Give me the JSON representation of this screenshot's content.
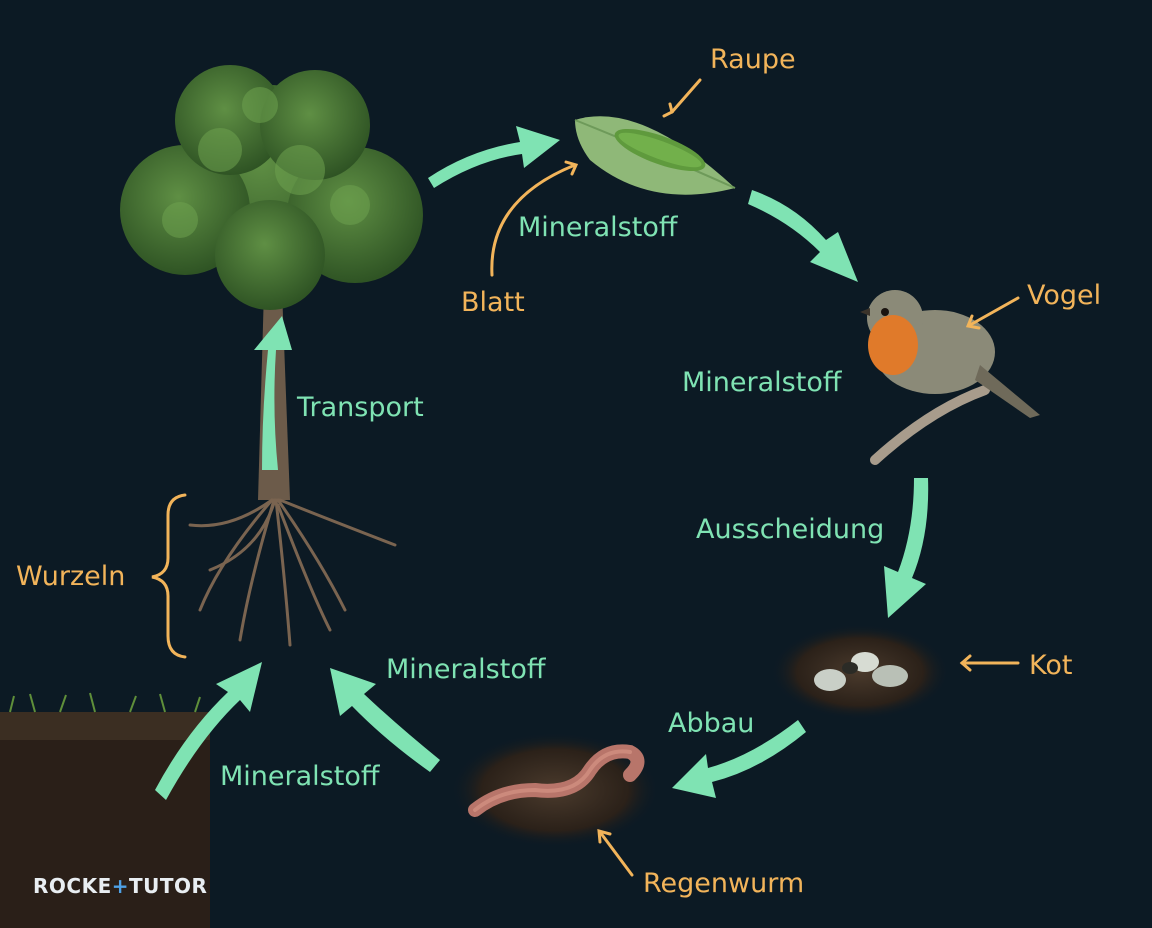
{
  "labels": {
    "raupe": "Raupe",
    "blatt": "Blatt",
    "vogel": "Vogel",
    "kot": "Kot",
    "regenwurm": "Regenwurm",
    "wurzeln": "Wurzeln",
    "transport": "Transport",
    "mineralstoff_leaf": "Mineralstoff",
    "mineralstoff_bird": "Mineralstoff",
    "ausscheidung": "Ausscheidung",
    "abbau": "Abbau",
    "mineralstoff_worm": "Mineralstoff",
    "mineralstoff_soil": "Mineralstoff"
  },
  "logo": {
    "part1": "ROCKE",
    "plus": "+",
    "part2": "TUTOR"
  },
  "colors": {
    "background": "#0c1a24",
    "arrow_green": "#7fe3b3",
    "label_orange": "#f2b45a"
  },
  "icons": [
    "tree",
    "caterpillar-on-leaf",
    "robin-bird",
    "droppings",
    "earthworm",
    "soil-block"
  ]
}
